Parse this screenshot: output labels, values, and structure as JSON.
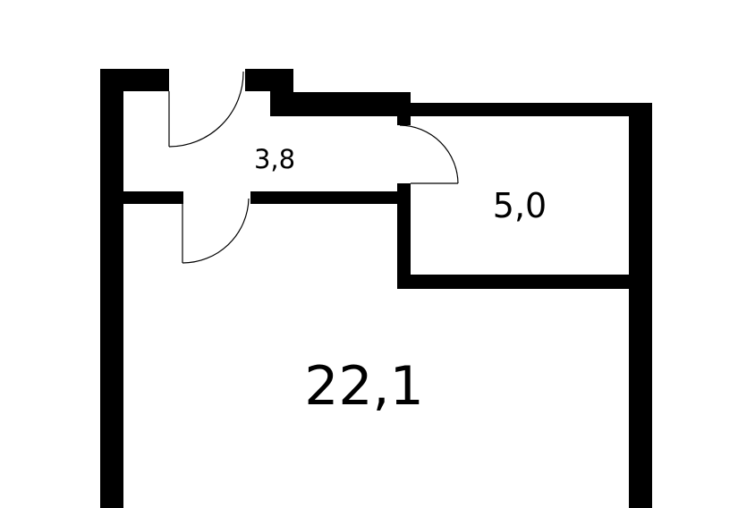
{
  "rooms": [
    {
      "id": "hall",
      "area_label": "3,8"
    },
    {
      "id": "bathroom",
      "area_label": "5,0"
    },
    {
      "id": "main-room",
      "area_label": "22,1"
    }
  ],
  "colors": {
    "wall": "#000000",
    "background": "#ffffff"
  }
}
